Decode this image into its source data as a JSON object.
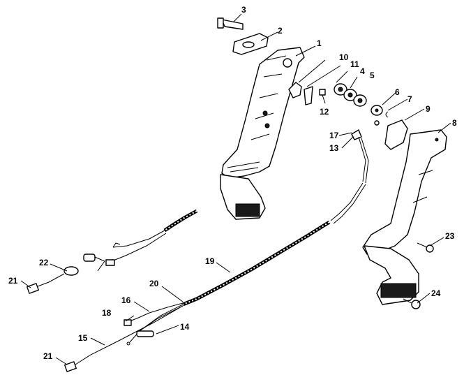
{
  "callouts": [
    "1",
    "2",
    "3",
    "4",
    "5",
    "6",
    "7",
    "8",
    "9",
    "10",
    "11",
    "12",
    "13",
    "14",
    "15",
    "16",
    "17",
    "18",
    "19",
    "20",
    "21",
    "21",
    "22",
    "23",
    "24"
  ]
}
